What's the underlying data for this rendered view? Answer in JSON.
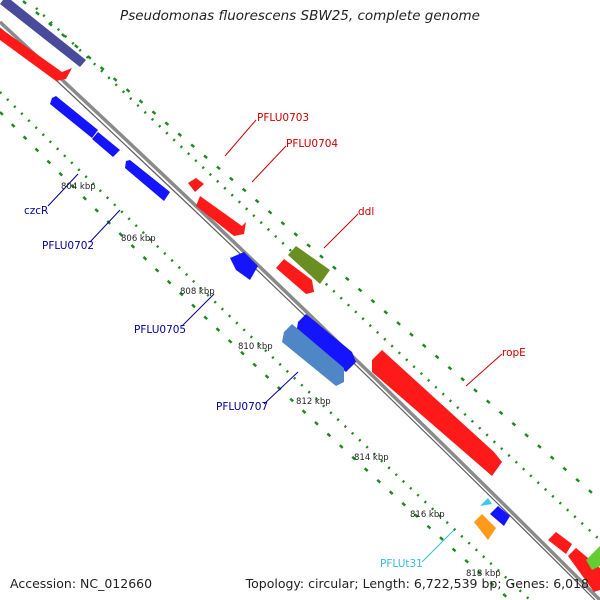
{
  "title": "Pseudomonas fluorescens SBW25, complete genome",
  "footer": {
    "accession": "Accession: NC_012660",
    "info": "Topology: circular; Length: 6,722,539 bp; Genes: 6,018"
  },
  "colors": {
    "backbone": "#8a8a8a",
    "forward_gene": "#ff1a1a",
    "reverse_gene": "#1414ff",
    "olive_gene": "#6b8e23",
    "steelblue_gene": "#4f86c6",
    "navy_gene": "#4a4a9a",
    "trna": "#33ccee",
    "orange_gene": "#ff9a1a",
    "tick_green": "#1f8a1f",
    "forward_label": "#cc0000",
    "reverse_label": "#000099",
    "trna_label": "#33bbdd"
  },
  "scale_ticks": [
    "804 kbp",
    "806 kbp",
    "808 kbp",
    "810 kbp",
    "812 kbp",
    "814 kbp",
    "816 kbp",
    "818 kbp"
  ],
  "forward_labels": [
    "PFLU0703",
    "PFLU0704",
    "ddl",
    "ropE"
  ],
  "reverse_labels": [
    "czcR",
    "PFLU0702",
    "PFLU0705",
    "PFLU0707"
  ],
  "trna_labels": [
    "PFLUt31"
  ]
}
